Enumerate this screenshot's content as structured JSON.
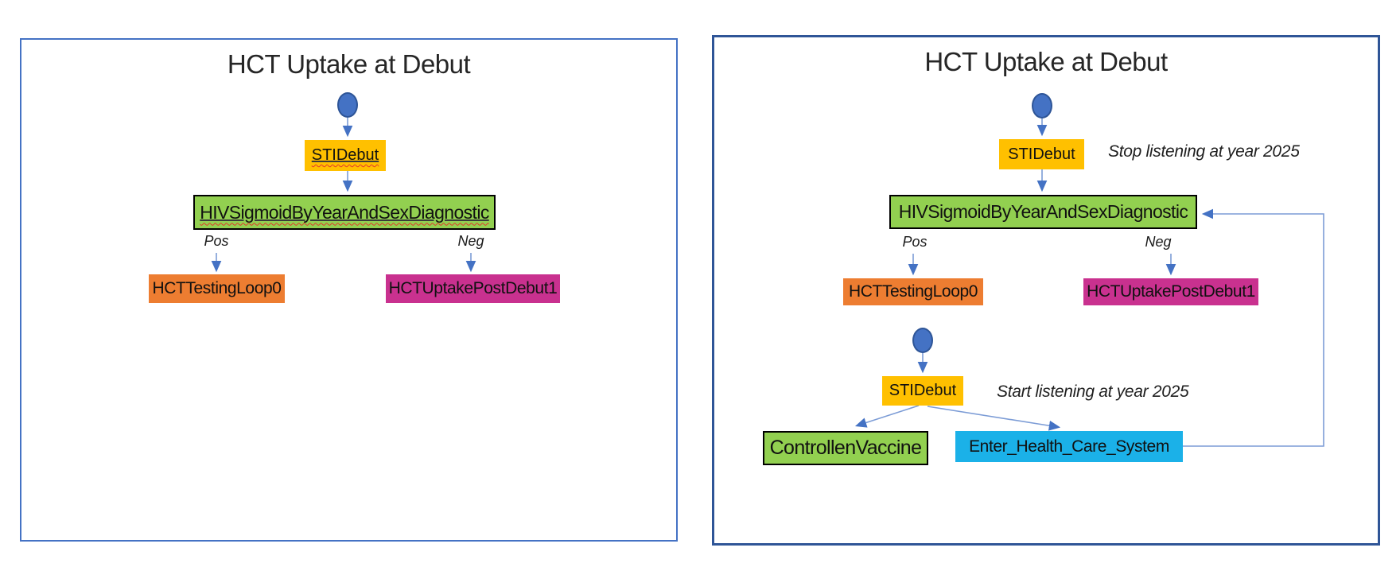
{
  "colors": {
    "left_panel_border": "#4472C4",
    "right_panel_border": "#2F5597",
    "start_node_fill": "#4472C4",
    "start_node_stroke": "#2E5597",
    "connector_line": "#7C9CD6",
    "arrowhead": "#4472C4",
    "node_gold": "#FFC000",
    "node_green": "#92D050",
    "node_orange": "#ED7D31",
    "node_magenta": "#C9318F",
    "node_cyan": "#1BB1E8",
    "title_text": "#262626",
    "spellcheck_squiggle": "#E4372B"
  },
  "panels": [
    {
      "title": "HCT Uptake at Debut",
      "nodes": {
        "sti_debut": "STIDebut",
        "diagnostic": "HIVSigmoidByYearAndSexDiagnostic",
        "branch_pos": "Pos",
        "branch_neg": "Neg",
        "testing_loop": "HCTTestingLoop0",
        "uptake_post_debut": "HCTUptakePostDebut1"
      }
    },
    {
      "title": "HCT Uptake at Debut",
      "notes": {
        "stop": "Stop listening at year 2025",
        "start": "Start listening at year 2025"
      },
      "nodes": {
        "sti_debut_top": "STIDebut",
        "diagnostic": "HIVSigmoidByYearAndSexDiagnostic",
        "branch_pos": "Pos",
        "branch_neg": "Neg",
        "testing_loop": "HCTTestingLoop0",
        "uptake_post_debut": "HCTUptakePostDebut1",
        "sti_debut_bottom": "STIDebut",
        "vaccine": "ControllenVaccine",
        "health_system": "Enter_Health_Care_System"
      }
    }
  ]
}
